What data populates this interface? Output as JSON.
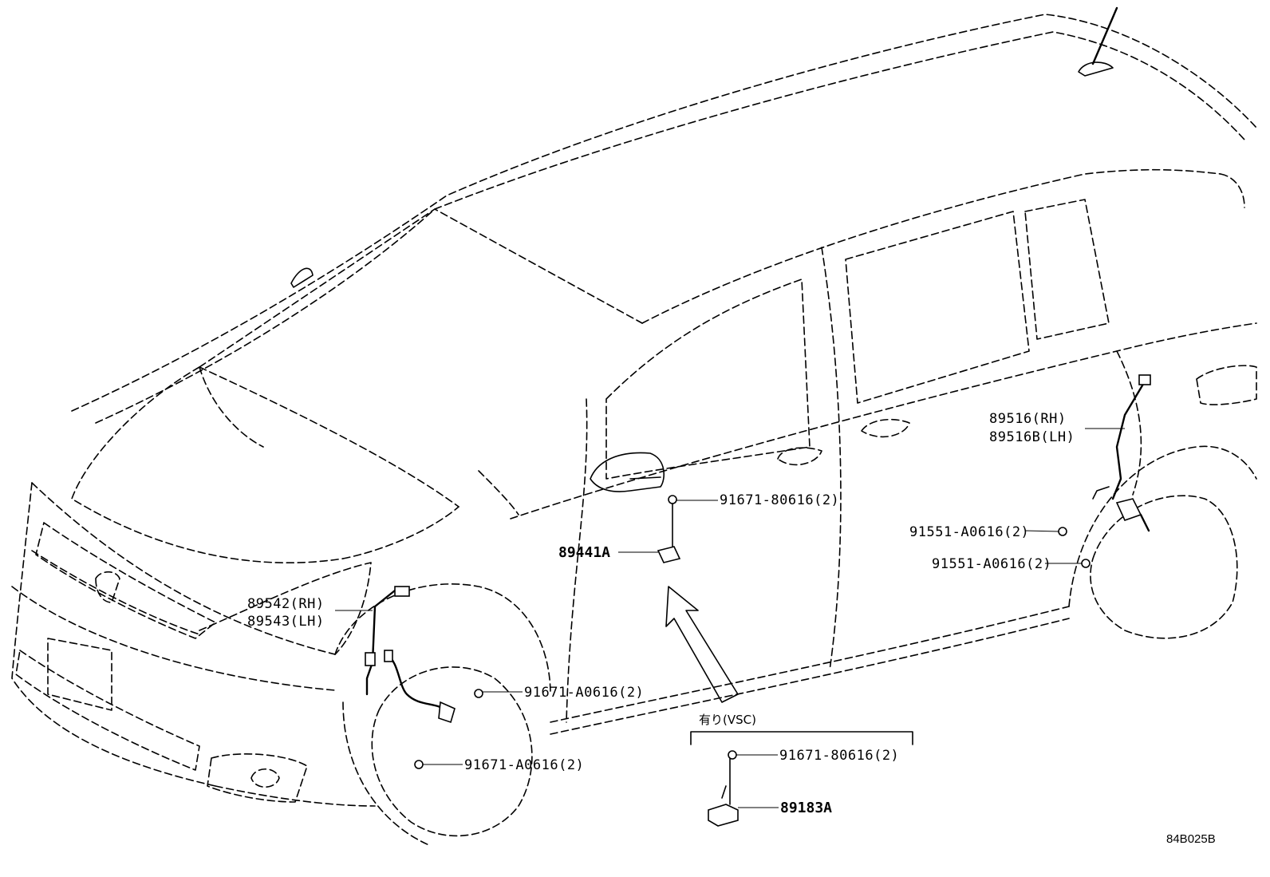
{
  "labels": {
    "p89516": "89516(RH)",
    "p89516b": "89516B(LH)",
    "p91671_rear": "91671-80616(2)",
    "p89441a": "89441A",
    "p91551_a": "91551-A0616(2)",
    "p91551_b": "91551-A0616(2)",
    "p89542": "89542(RH)",
    "p89543": "89543(LH)",
    "p91671_a0616_upper": "91671-A0616(2)",
    "p91671_a0616_lower": "91671-A0616(2)",
    "vsc_note": "有り(VSC)",
    "p91671_vsc": "91671-80616(2)",
    "p89183a": "89183A"
  },
  "diagram_ref": "84B025B"
}
